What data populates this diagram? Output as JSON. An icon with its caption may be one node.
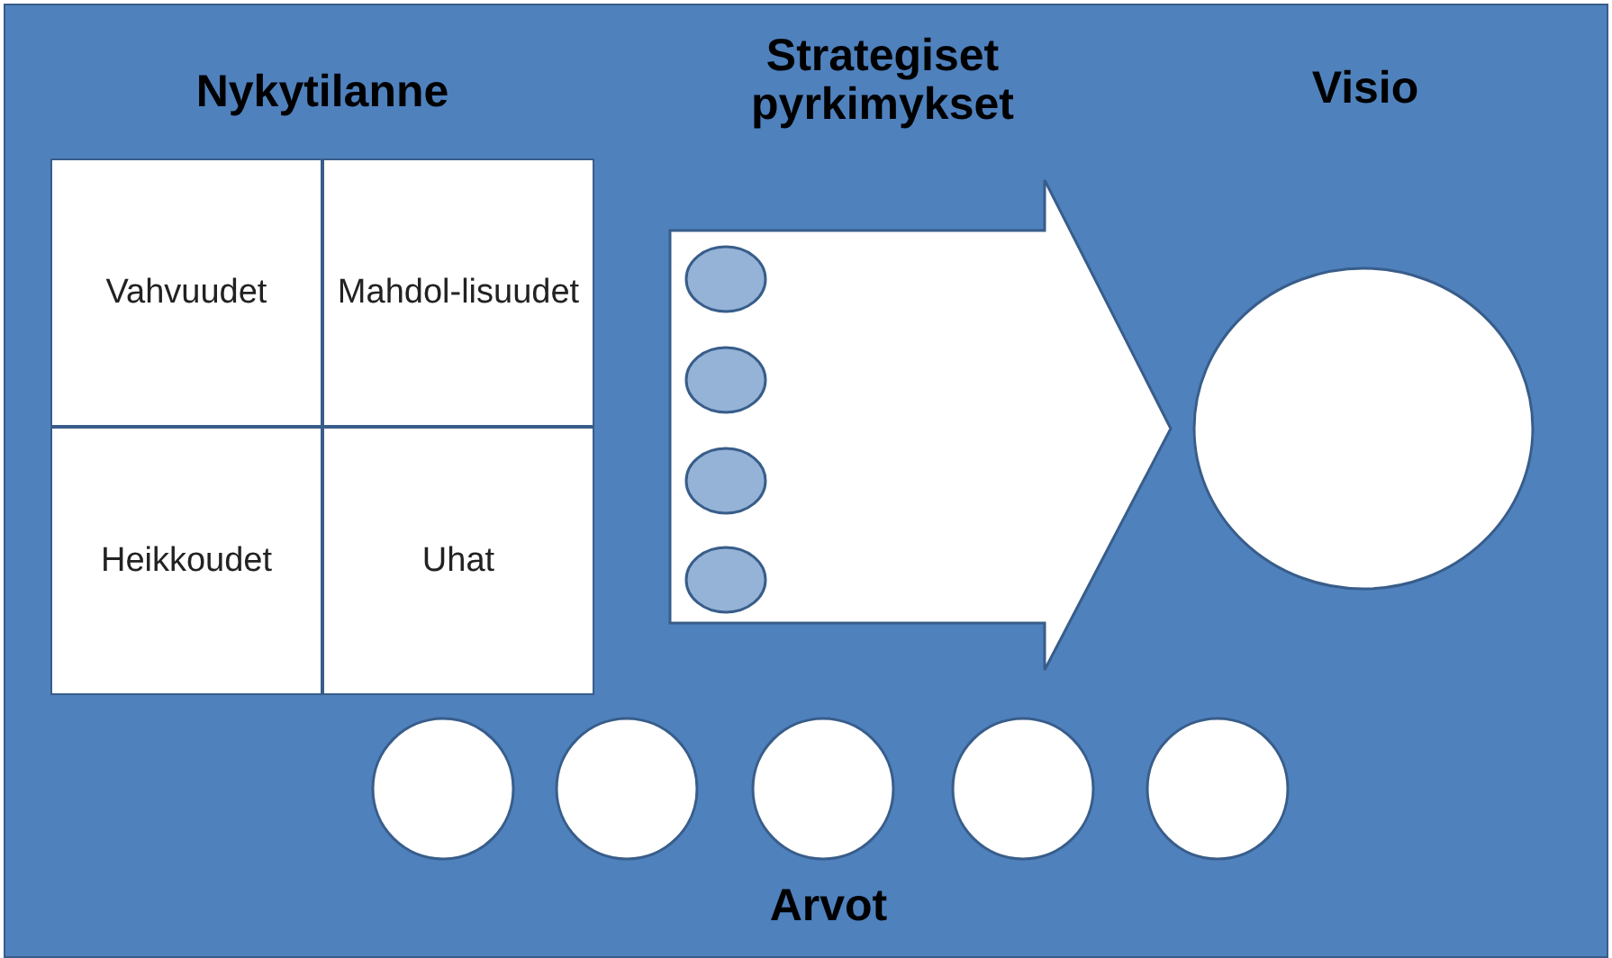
{
  "diagram": {
    "nodes": [
      {
        "text": [
          "Nykytilanne"
        ]
      },
      {
        "text": [
          "Vahvuudet"
        ],
        "in": 0
      },
      {
        "text": [
          "Mahdol-lisuudet"
        ],
        "in": 0
      },
      {
        "text": [
          "Heikkoudet"
        ],
        "in": 0
      },
      {
        "text": [
          "Uhat"
        ],
        "in": 0
      },
      {
        "text": [
          "Strategiset pyrkimykset"
        ]
      },
      {
        "text": [],
        "shape": "circle",
        "in": 5
      },
      {
        "text": [],
        "shape": "circle",
        "in": 5
      },
      {
        "text": [],
        "shape": "circle",
        "in": 5
      },
      {
        "text": [],
        "shape": "circle",
        "in": 5
      },
      {
        "text": [
          "Visio"
        ]
      },
      {
        "text": [],
        "shape": "circle"
      },
      {
        "text": [],
        "shape": "circle"
      },
      {
        "text": [],
        "shape": "circle"
      },
      {
        "text": [],
        "shape": "circle"
      },
      {
        "text": [],
        "shape": "circle"
      }
    ],
    "labels": [
      "Arvot"
    ]
  }
}
